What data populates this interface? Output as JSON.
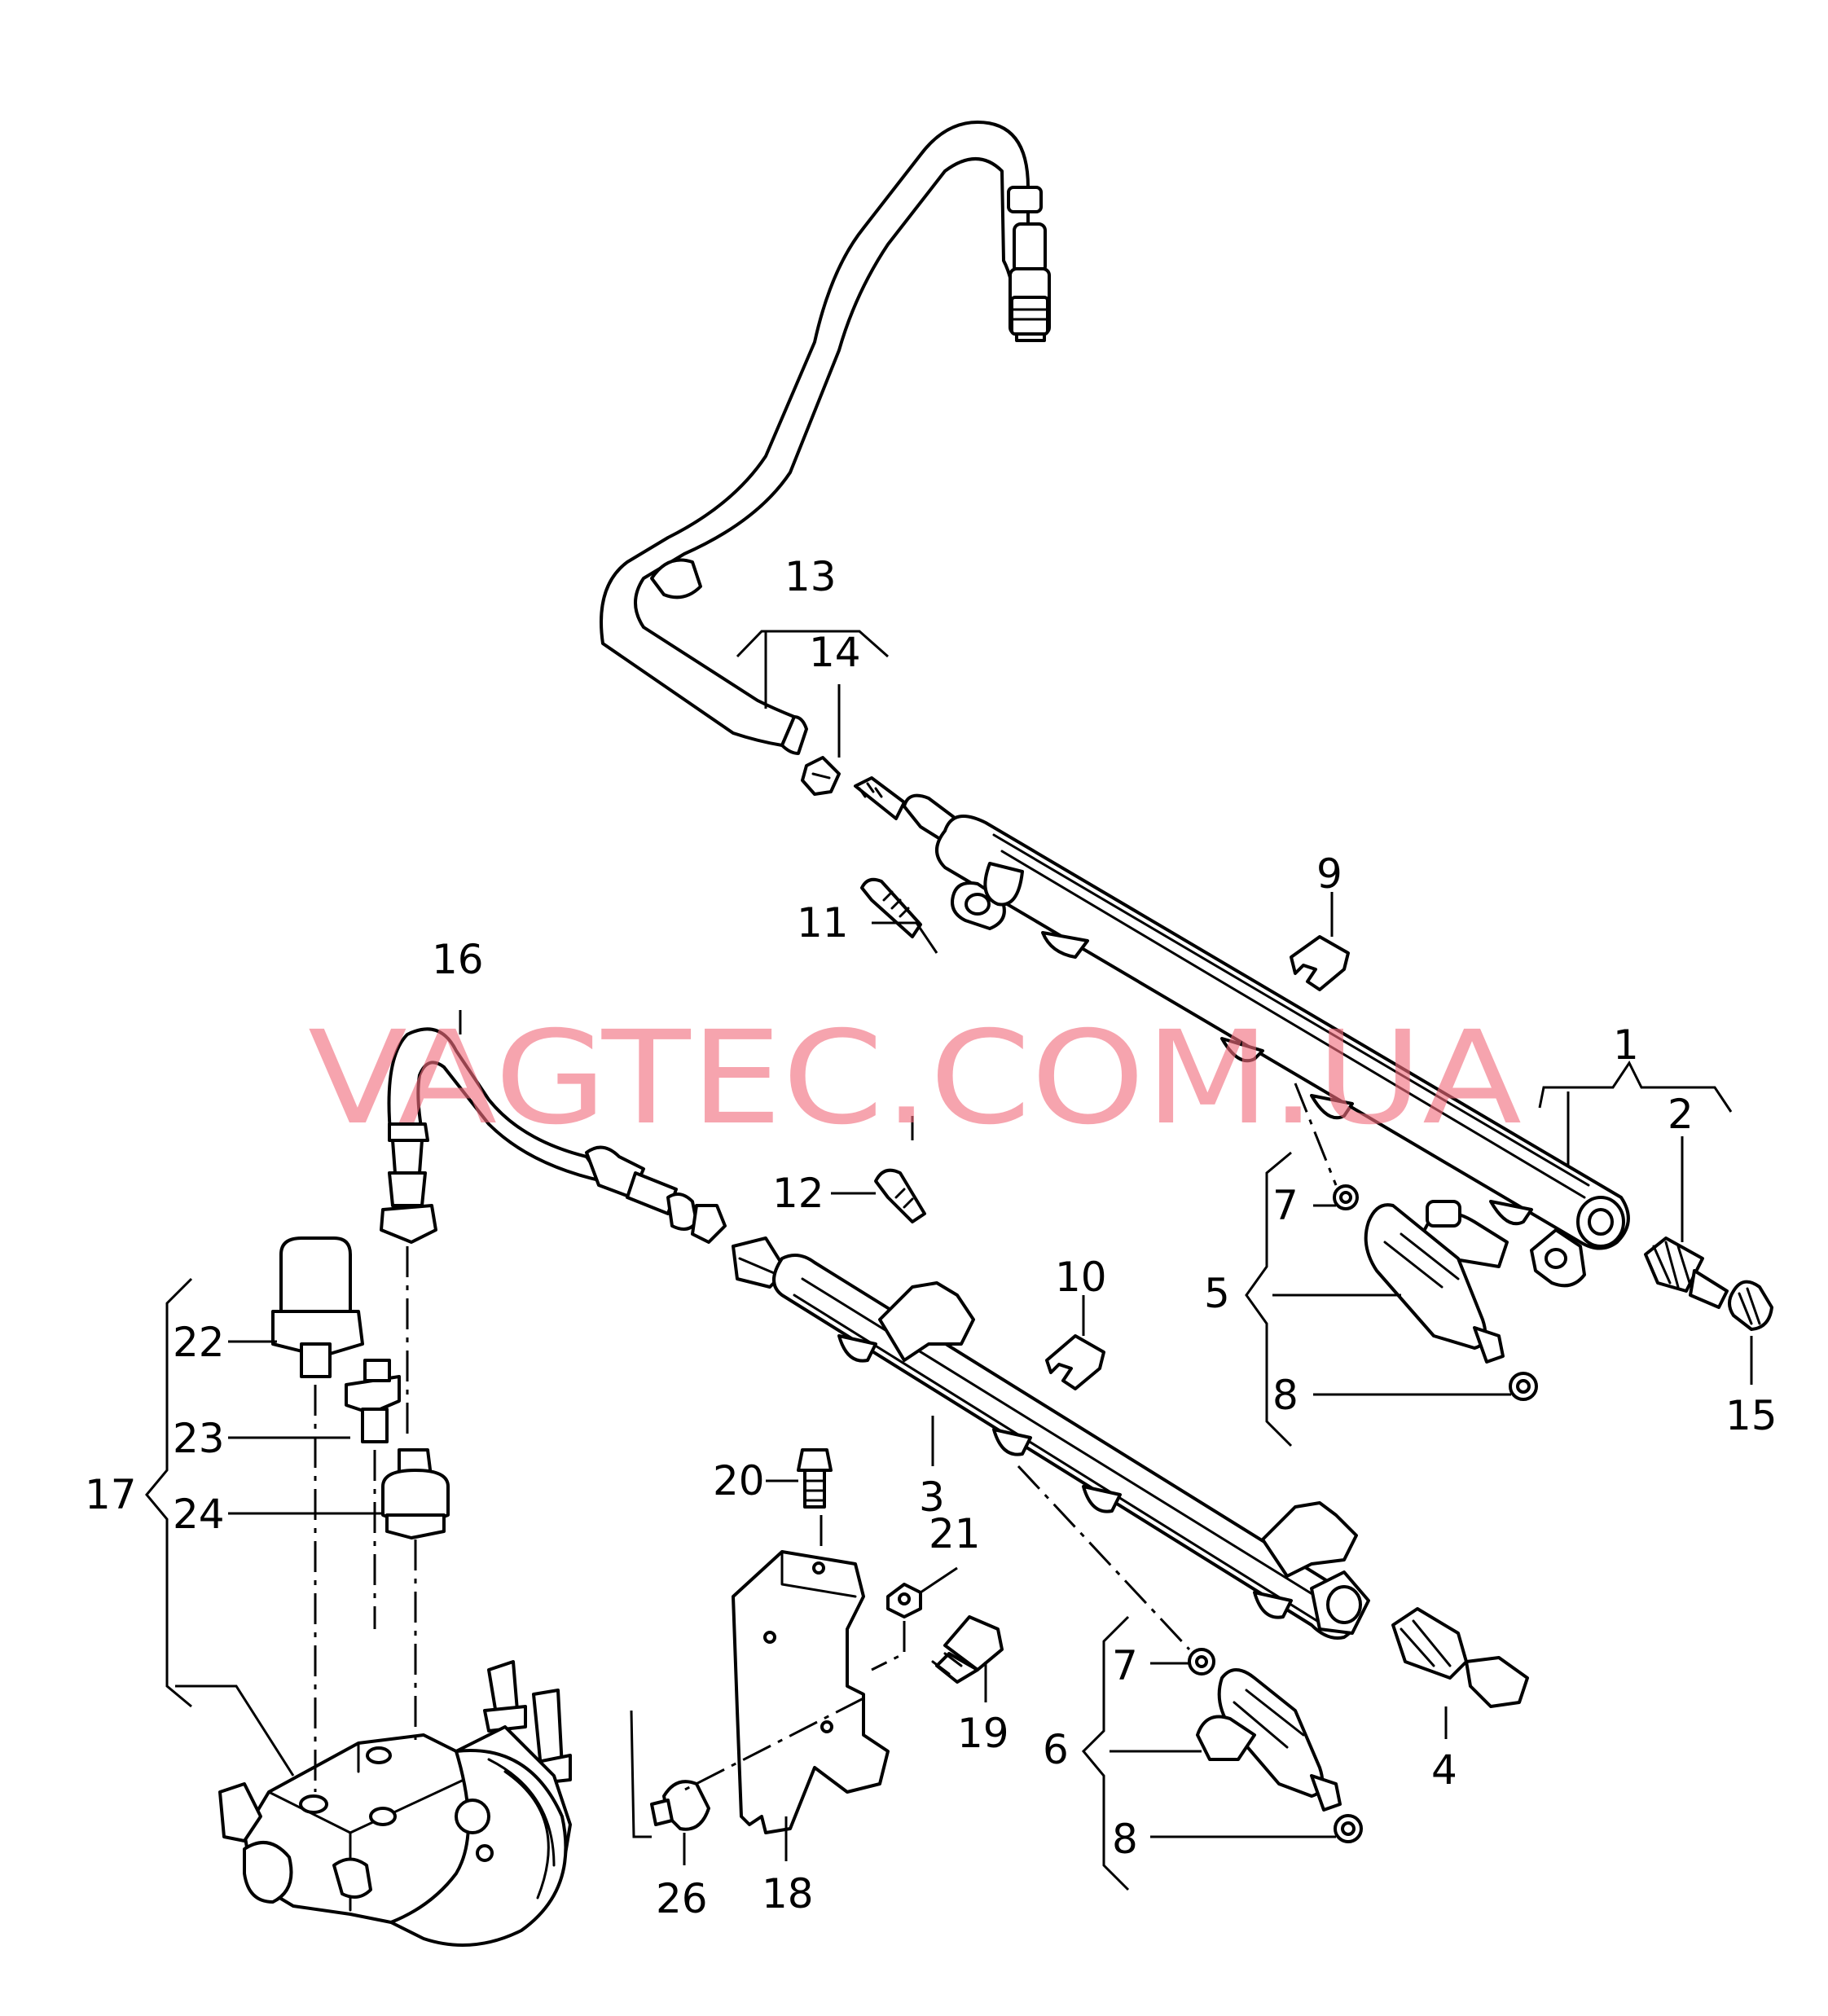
{
  "watermark": "VAGTEC.COM.UA",
  "callouts": {
    "c1": "1",
    "c2": "2",
    "c3": "3",
    "c4": "4",
    "c5": "5",
    "c6": "6",
    "c7a": "7",
    "c7b": "7",
    "c8a": "8",
    "c8b": "8",
    "c9": "9",
    "c10": "10",
    "c11": "11",
    "c12": "12",
    "c13": "13",
    "c14": "14",
    "c15": "15",
    "c16": "16",
    "c17": "17",
    "c18": "18",
    "c19": "19",
    "c20": "20",
    "c21": "21",
    "c22": "22",
    "c23": "23",
    "c24": "24",
    "c26": "26"
  },
  "colors": {
    "line": "#000000",
    "watermark": "#f26d7d",
    "background": "#ffffff"
  }
}
